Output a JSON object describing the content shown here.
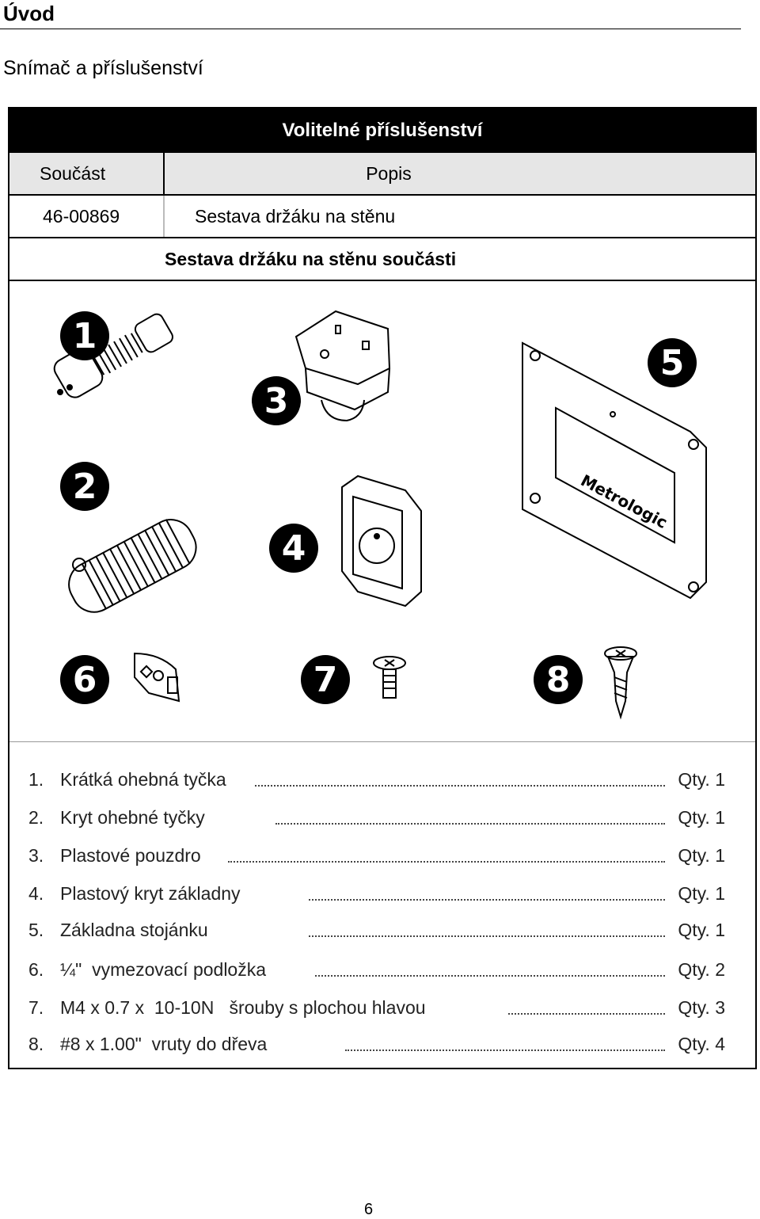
{
  "heading": "Úvod",
  "subheading": "Snímač a příslušenství",
  "table": {
    "title": "Volitelné příslušenství",
    "col_part": "Součást",
    "col_desc": "Popis",
    "row_part": "46-00869",
    "row_desc": "Sestava držáku na stěnu",
    "subtitle": "Sestava držáku na stěnu součásti"
  },
  "illustration": {
    "badges": [
      "1",
      "2",
      "3",
      "4",
      "5",
      "6",
      "7",
      "8"
    ],
    "plate_logo": "Metrologic"
  },
  "parts": [
    {
      "num": "1.",
      "name": "Krátká ohebná tyčka",
      "qty": "Qty. 1"
    },
    {
      "num": "2.",
      "name": "Kryt ohebné tyčky",
      "qty": "Qty. 1"
    },
    {
      "num": "3.",
      "name": "Plastové pouzdro",
      "qty": "Qty. 1"
    },
    {
      "num": "4.",
      "name": "Plastový kryt základny",
      "qty": "Qty. 1"
    },
    {
      "num": "5.",
      "name": "Základna stojánku",
      "qty": "Qty. 1"
    },
    {
      "num": "6.",
      "name": "¼\"  vymezovací podložka",
      "qty": "Qty. 2"
    },
    {
      "num": "7.",
      "name": "M4 x 0.7 x  10-10N   šrouby s plochou hlavou",
      "qty": "Qty. 3"
    },
    {
      "num": "8.",
      "name": "#8 x 1.00\"  vruty do dřeva",
      "qty": "Qty. 4"
    }
  ],
  "page_number": "6"
}
